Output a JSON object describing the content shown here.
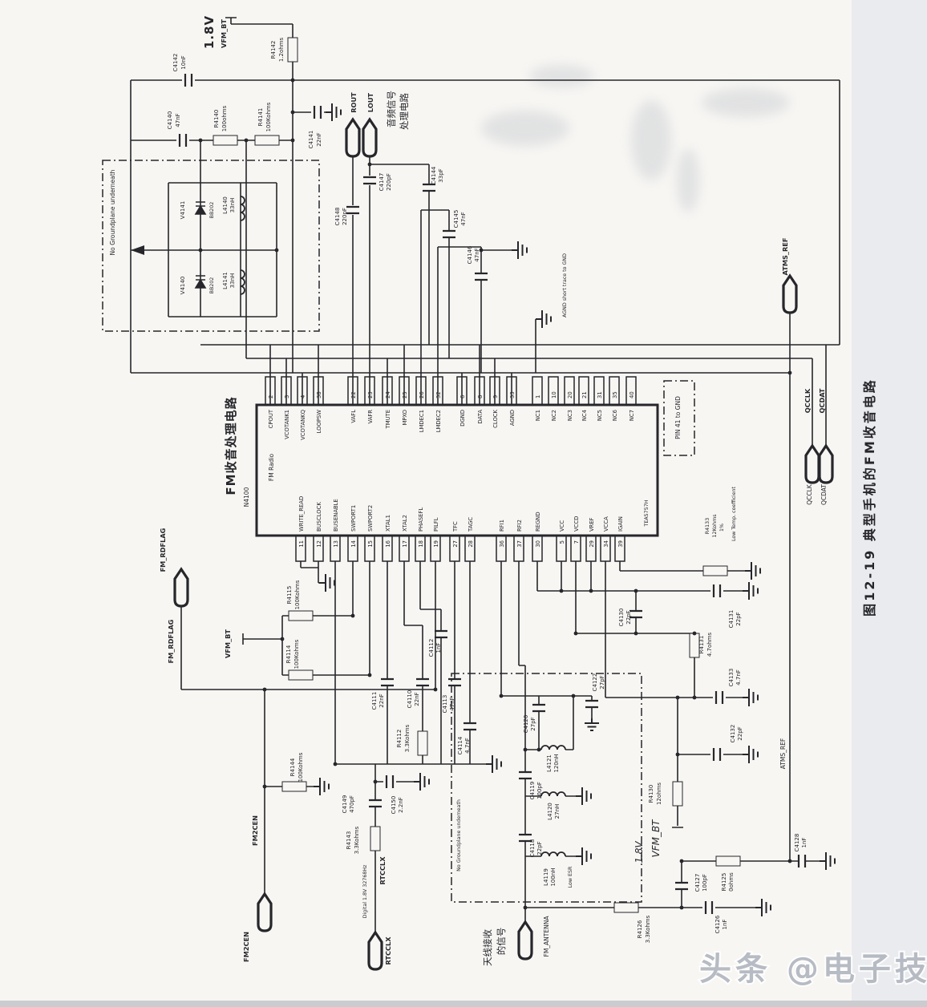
{
  "page": {
    "caption": "图12-19  典型手机的FM收音电路",
    "watermark": "头条 @电子技术控"
  },
  "power": {
    "v": "1.8V",
    "net": "VFM_BT"
  },
  "hand": {
    "v": "1.8V",
    "net": "VFM_BT"
  },
  "audio": {
    "line1": "音频信号",
    "line2": "处理电路"
  },
  "antenna": {
    "line1": "天线接收",
    "line2": "的信号"
  },
  "notes": {
    "no_groundplane": "No Groundplane underneath",
    "agnd": "AGND short trace to GND",
    "pin41": "PIN 41 to GND",
    "low_temp": "Low Temp. coefficient",
    "low_esr": "Low ESR",
    "digital": "Digital 1.8V 32768Hz"
  },
  "connectors": {
    "rout": "ROUT",
    "lout": "LOUT",
    "fm_rdflag": "FM_RDFLAG",
    "fm2cen": "FM2CEN",
    "rtcclx": "RTCCLX",
    "fm_antenna": "FM_ANTENNA",
    "atms_ref": "ATMS_REF",
    "qcclk": "QCCLK",
    "qcdat": "QCDAT"
  },
  "ic": {
    "title": "FM收音处理电路",
    "designator": "N4100",
    "function": "FM Radio",
    "part": "TEA5757H",
    "pins_top": [
      {
        "n": "2",
        "name": "CPOUT"
      },
      {
        "n": "3",
        "name": "VCOTANK1"
      },
      {
        "n": "4",
        "name": "VCOTANKQ"
      },
      {
        "n": "38",
        "name": "LOOPSW"
      },
      {
        "n": "22",
        "name": "VAFL"
      },
      {
        "n": "23",
        "name": "VAFR"
      },
      {
        "n": "24",
        "name": "TMUTE"
      },
      {
        "n": "25",
        "name": "MPXO"
      },
      {
        "n": "26",
        "name": "LMDEC1"
      },
      {
        "n": "32",
        "name": "LMDEC2"
      },
      {
        "n": "6",
        "name": "DGND"
      },
      {
        "n": "8",
        "name": "DATA"
      },
      {
        "n": "9",
        "name": "CLOCK"
      },
      {
        "n": "33",
        "name": "AGND"
      },
      {
        "n": "1",
        "name": "NC1"
      },
      {
        "n": "10",
        "name": "NC2"
      },
      {
        "n": "20",
        "name": "NC3"
      },
      {
        "n": "21",
        "name": "NC4"
      },
      {
        "n": "31",
        "name": "NC5"
      },
      {
        "n": "35",
        "name": "NC6"
      },
      {
        "n": "40",
        "name": "NC7"
      }
    ],
    "pins_bottom": [
      {
        "n": "11",
        "name": "WRITE_READ"
      },
      {
        "n": "12",
        "name": "BUSCLOCK"
      },
      {
        "n": "13",
        "name": "BUSENABLE"
      },
      {
        "n": "14",
        "name": "SWPORT1"
      },
      {
        "n": "15",
        "name": "SWPORT2"
      },
      {
        "n": "16",
        "name": "XTAL1"
      },
      {
        "n": "17",
        "name": "XTAL2"
      },
      {
        "n": "18",
        "name": "PHASEFL"
      },
      {
        "n": "19",
        "name": "PILFL"
      },
      {
        "n": "27",
        "name": "TFC"
      },
      {
        "n": "28",
        "name": "TAGC"
      },
      {
        "n": "36",
        "name": "RFI1"
      },
      {
        "n": "37",
        "name": "RFI2"
      },
      {
        "n": "30",
        "name": "REGND"
      },
      {
        "n": "5",
        "name": "VCC"
      },
      {
        "n": "7",
        "name": "VCCD"
      },
      {
        "n": "29",
        "name": "VREF"
      },
      {
        "n": "34",
        "name": "VCCA"
      },
      {
        "n": "39",
        "name": "IGAIN"
      }
    ]
  },
  "components": {
    "r4140": {
      "ref": "R4140",
      "val": "100ohms"
    },
    "r4141": {
      "ref": "R4141",
      "val": "100Kohms"
    },
    "r4142": {
      "ref": "R4142",
      "val": "1.2ohms"
    },
    "r4133": {
      "ref": "R4133",
      "val": "12Kohms",
      "tol": "1%"
    },
    "r4115": {
      "ref": "R4115",
      "val": "100Kohms"
    },
    "r4114": {
      "ref": "R4114",
      "val": "100Kohms"
    },
    "r4144": {
      "ref": "R4144",
      "val": "100Kohms"
    },
    "r4112": {
      "ref": "R4112",
      "val": "3.3Kohms"
    },
    "r4143": {
      "ref": "R4143",
      "val": "3.3Kohms"
    },
    "r4131": {
      "ref": "R4131",
      "val": "4.7ohms"
    },
    "r4130": {
      "ref": "R4130",
      "val": "12ohms"
    },
    "r4126": {
      "ref": "R4126",
      "val": "3.3Kohms"
    },
    "r4125": {
      "ref": "R4125",
      "val": "0ohms"
    },
    "c4142": {
      "ref": "C4142",
      "val": "10nF"
    },
    "c4140": {
      "ref": "C4140",
      "val": "47nF"
    },
    "c4141": {
      "ref": "C4141",
      "val": "22nF"
    },
    "c4148": {
      "ref": "C4148",
      "val": "220pF"
    },
    "c4147": {
      "ref": "C4147",
      "val": "220pF"
    },
    "c4144": {
      "ref": "C4144",
      "val": "33pF"
    },
    "c4145": {
      "ref": "C4145",
      "val": "47nF"
    },
    "c4146": {
      "ref": "C4146",
      "val": "47nF"
    },
    "c4111": {
      "ref": "C4111",
      "val": "22nF"
    },
    "c4110": {
      "ref": "C4110",
      "val": "22nF"
    },
    "c4112": {
      "ref": "C4112",
      "val": "1nF"
    },
    "c4113": {
      "ref": "C4113",
      "val": "47nF"
    },
    "c4114": {
      "ref": "C4114",
      "val": "4.7nF"
    },
    "c4150": {
      "ref": "C4150",
      "val": "2.2nF"
    },
    "c4149": {
      "ref": "C4149",
      "val": "470pF"
    },
    "c4120": {
      "ref": "C4120",
      "val": "27pF"
    },
    "c4122": {
      "ref": "C4122",
      "val": "27pF"
    },
    "c4119": {
      "ref": "C4119",
      "val": "100pF"
    },
    "c4118": {
      "ref": "C4118",
      "val": "22pF"
    },
    "c4130": {
      "ref": "C4130",
      "val": "22pF"
    },
    "c4131": {
      "ref": "C4131",
      "val": "22pF"
    },
    "c4133": {
      "ref": "C4133",
      "val": "4.7nF"
    },
    "c4132": {
      "ref": "C4132",
      "val": "22pF"
    },
    "c4127": {
      "ref": "C4127",
      "val": "100pF"
    },
    "c4126": {
      "ref": "C4126",
      "val": "1nF"
    },
    "c4128": {
      "ref": "C4128",
      "val": "1nF"
    },
    "l4140": {
      "ref": "L4140",
      "val": "33nH"
    },
    "l4141": {
      "ref": "L4141",
      "val": "33nH"
    },
    "l4121": {
      "ref": "L4121",
      "val": "120nH"
    },
    "l4120": {
      "ref": "L4120",
      "val": "27nH"
    },
    "l4119": {
      "ref": "L4119",
      "val": "100nH"
    },
    "v4141": {
      "ref": "V4141",
      "val": "BB202"
    },
    "v4140": {
      "ref": "V4140",
      "val": "BB202"
    }
  }
}
